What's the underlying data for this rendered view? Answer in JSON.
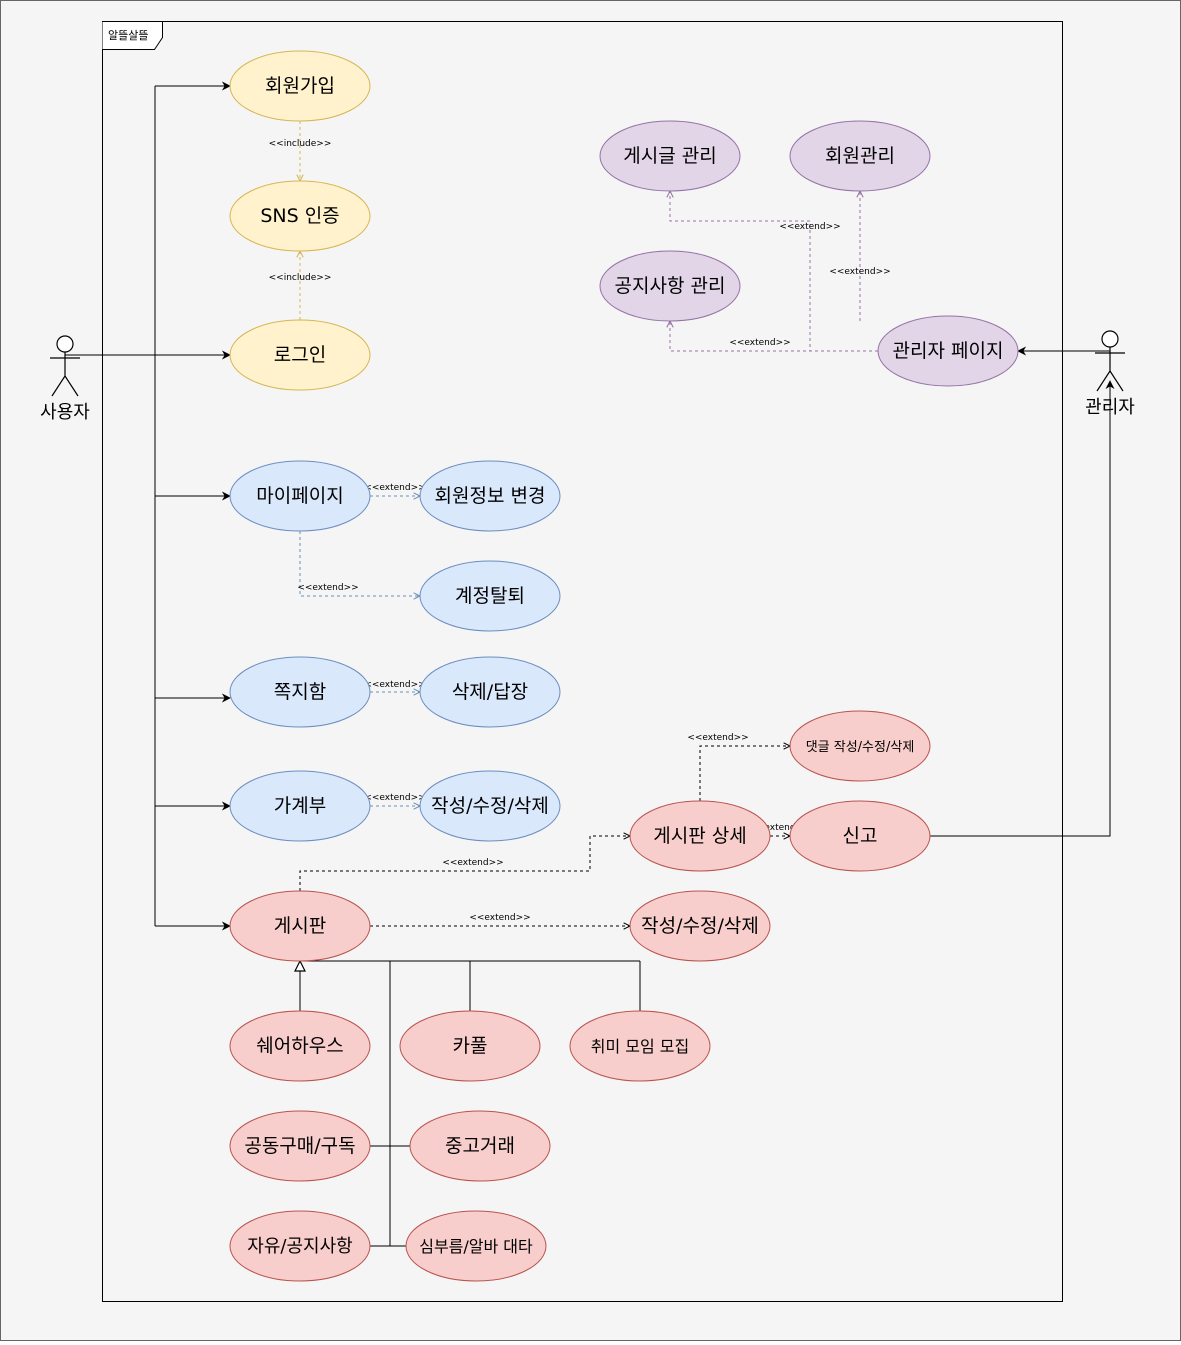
{
  "frame": {
    "title": "알뜰살뜰",
    "background": "#f5f5f5",
    "border": "#666666"
  },
  "actors": {
    "user": {
      "label": "사용자"
    },
    "admin": {
      "label": "관리자"
    }
  },
  "usecases": {
    "signup": "회원가입",
    "sns_auth": "SNS 인증",
    "login": "로그인",
    "post_manage": "게시글 관리",
    "member_manage": "회원관리",
    "notice_manage": "공지사항 관리",
    "admin_page": "관리자 페이지",
    "mypage": "마이페이지",
    "member_edit": "회원정보 변경",
    "account_delete": "계정탈퇴",
    "messagebox": "쪽지함",
    "msg_delete_reply": "삭제/답장",
    "ledger": "가계부",
    "ledger_crud": "작성/수정/삭제",
    "comment_crud": "댓글 작성/수정/삭제",
    "board_detail": "게시판 상세",
    "report": "신고",
    "board": "게시판",
    "board_crud": "작성/수정/삭제",
    "sharehouse": "쉐어하우스",
    "carpool": "카풀",
    "hobby": "취미 모임 모집",
    "groupbuy": "공동구매/구독",
    "used_trade": "중고거래",
    "free_notice": "자유/공지사항",
    "errand": "심부름/알바 대타"
  },
  "relation_labels": {
    "include": "<<include>>",
    "extend": "<<extend>>"
  },
  "colors": {
    "yellow_fill": "#fff2cc",
    "yellow_stroke": "#d6b656",
    "purple_fill": "#e1d5e7",
    "purple_stroke": "#9673a6",
    "blue_fill": "#dae8fc",
    "blue_stroke": "#6c8ebf",
    "red_fill": "#f8cecc",
    "red_stroke": "#b85450"
  }
}
